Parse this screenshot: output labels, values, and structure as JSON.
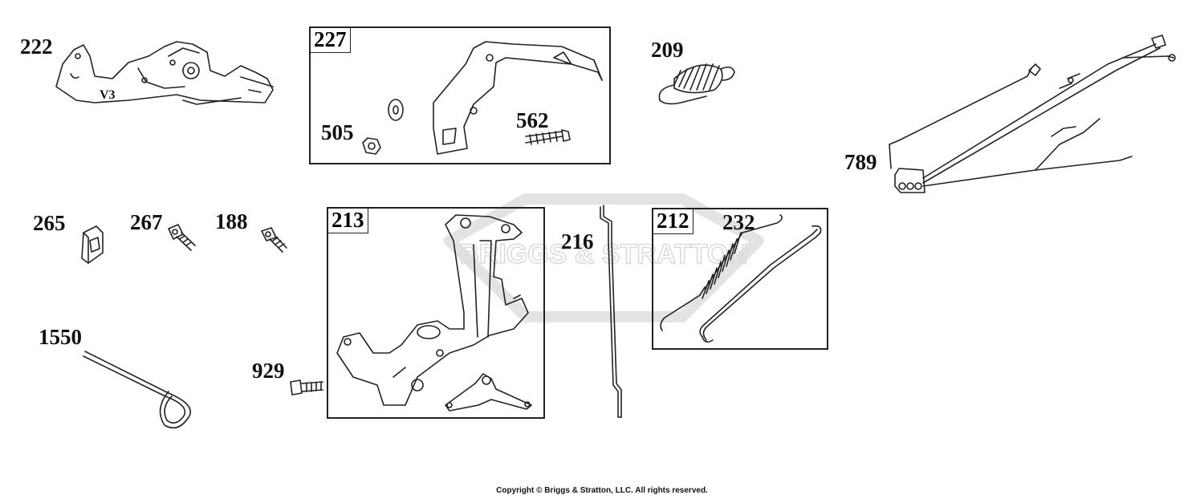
{
  "parts": {
    "p222": "222",
    "p505": "505",
    "p562": "562",
    "p209": "209",
    "p789": "789",
    "p265": "265",
    "p267": "267",
    "p188": "188",
    "p216": "216",
    "p232": "232",
    "p1550": "1550",
    "p929": "929"
  },
  "groups": {
    "g227": "227",
    "g213": "213",
    "g212": "212"
  },
  "stamp_v3": "V3",
  "watermark_text": "BRIGGS & STRATTON",
  "copyright": "Copyright © Briggs & Stratton, LLC. All rights reserved."
}
